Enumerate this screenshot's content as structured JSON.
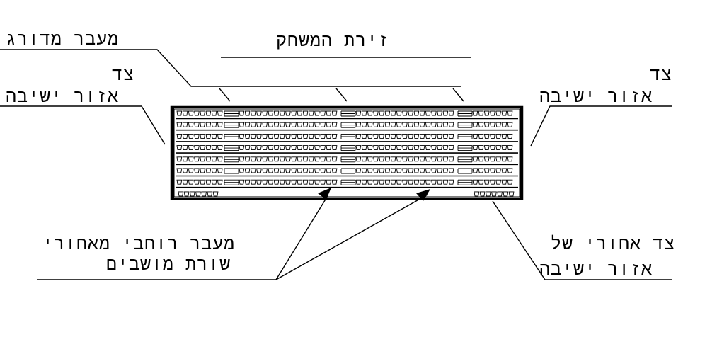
{
  "labels": {
    "stepped_aisle": "מעבר מדורג",
    "stage_arena": "זירת המשחק",
    "side_left_line1": "צד",
    "side_left_line2": "אזור ישיבה",
    "side_right_line1": "צד",
    "side_right_line2": "אזור ישיבה",
    "wide_aisle_line1": "מעבר רוחבי מאחורי",
    "wide_aisle_line2": "שורת מושבים",
    "back_side_line1": "צד אחורי של",
    "back_side_line2": "אזור ישיבה"
  },
  "seating": {
    "rows": 7,
    "back_row_seats_each_side": 7
  },
  "colors": {
    "ink": "#000000",
    "background": "#ffffff"
  }
}
